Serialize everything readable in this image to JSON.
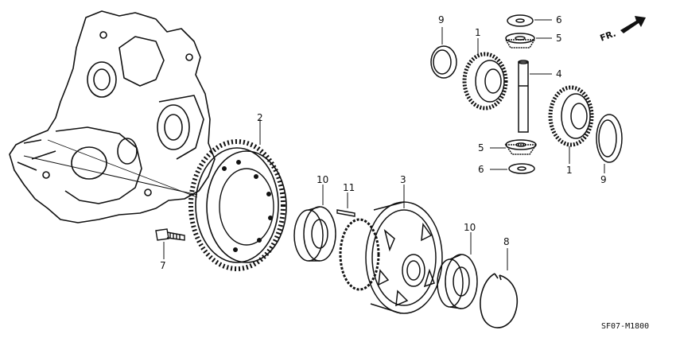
{
  "diagram": {
    "callouts": {
      "c1_top": "1",
      "c1_bottom": "1",
      "c2": "2",
      "c3": "3",
      "c4": "4",
      "c5_top": "5",
      "c5_bottom": "5",
      "c6_top": "6",
      "c6_bottom": "6",
      "c7": "7",
      "c8": "8",
      "c9_top": "9",
      "c9_bottom": "9",
      "c10_left": "10",
      "c10_right": "10",
      "c11": "11"
    },
    "direction_label": "FR.",
    "drawing_code": "SF07-M1800"
  }
}
